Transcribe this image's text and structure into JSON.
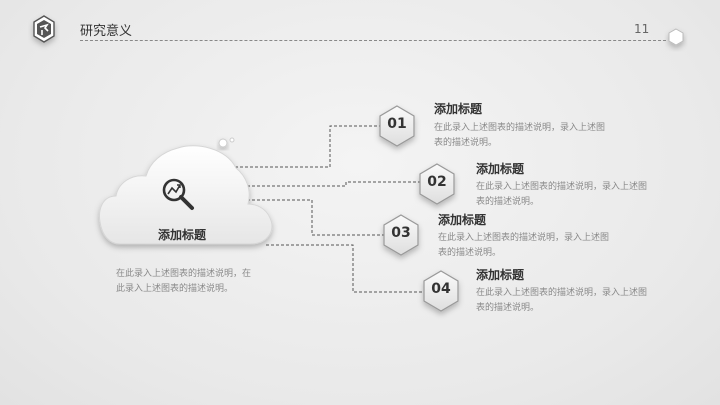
{
  "header": {
    "title": "研究意义",
    "page_number": "11"
  },
  "cloud": {
    "title": "添加标题",
    "description": "在此录入上述图表的描述说明，在此录入上述图表的描述说明。",
    "icon": "search-analytics-icon"
  },
  "items": [
    {
      "number": "01",
      "title": "添加标题",
      "description": "在此录入上述图表的描述说明，录入上述图表的描述说明。"
    },
    {
      "number": "02",
      "title": "添加标题",
      "description": "在此录入上述图表的描述说明，录入上述图表的描述说明。"
    },
    {
      "number": "03",
      "title": "添加标题",
      "description": "在此录入上述图表的描述说明，录入上述图表的描述说明。"
    },
    {
      "number": "04",
      "title": "添加标题",
      "description": "在此录入上述图表的描述说明，录入上述图表的描述说明。"
    }
  ],
  "colors": {
    "text": "#333333",
    "muted": "#8a8a8a",
    "connector": "#555555"
  }
}
